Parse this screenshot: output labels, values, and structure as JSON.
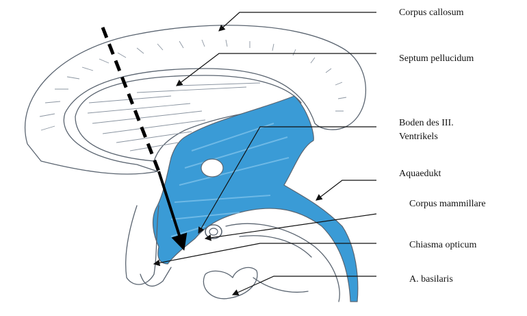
{
  "labels": {
    "corpus_callosum": "Corpus callosum",
    "septum_pellucidum": "Septum pellucidum",
    "boden_line1": "Boden des III.",
    "boden_line2": "Ventrikels",
    "aquaedukt": "Aquaedukt",
    "corpus_mammillare": "Corpus mammillare",
    "chiasma_opticum": "Chiasma opticum",
    "basilaris": "A. basilaris"
  },
  "colors": {
    "ventricle_fill": "#3a9bd6",
    "ventricle_fill_light": "#7cc0ea",
    "sketch_line": "#5a6470",
    "arrow": "#000000"
  }
}
